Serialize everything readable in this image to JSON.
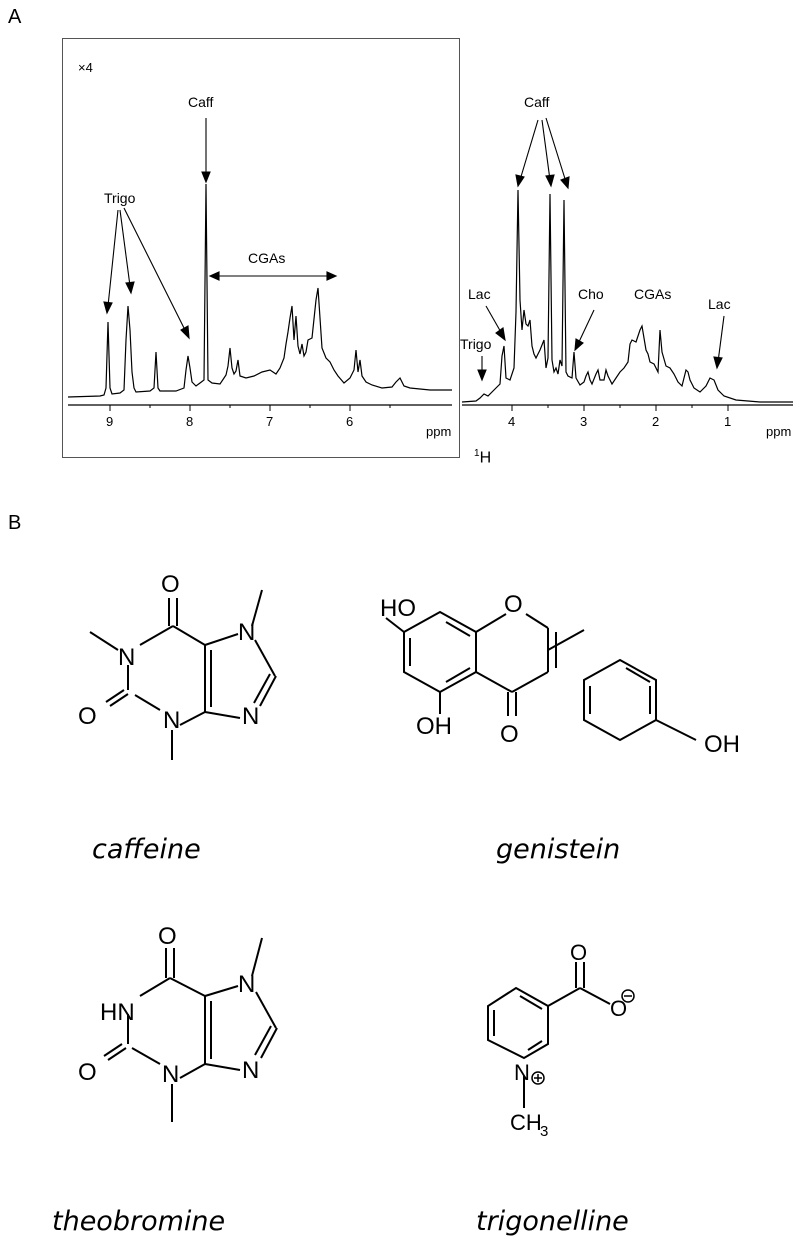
{
  "panel_a": {
    "label": "A",
    "inset_scale": "×4",
    "left_axis": {
      "ticks": [
        "9",
        "8",
        "7",
        "6"
      ],
      "unit": "ppm"
    },
    "right_axis": {
      "ticks": [
        "4",
        "3",
        "2",
        "1"
      ],
      "unit": "ppm"
    },
    "nucleus": "1H",
    "annotations_left": [
      "Caff",
      "Trigo",
      "CGAs"
    ],
    "annotations_right": [
      "Caff",
      "Lac",
      "Trigo",
      "Cho",
      "CGAs",
      "Lac"
    ]
  },
  "panel_b": {
    "label": "B",
    "molecules": [
      "caffeine",
      "genistein",
      "theobromine",
      "trigonelline"
    ]
  },
  "chart_data": {
    "type": "line",
    "xlabel": "ppm",
    "series": [
      {
        "x": [
          9.02,
          8.75,
          8.38,
          8.0,
          7.78,
          7.55,
          7.1,
          7.05,
          6.85,
          6.32,
          5.35
        ],
        "y": [
          0.5,
          0.55,
          0.15,
          0.3,
          1.0,
          0.3,
          0.5,
          0.45,
          0.6,
          0.25,
          0.08
        ]
      },
      {
        "x": [
          4.35,
          4.05,
          3.82,
          3.7,
          3.45,
          3.22,
          3.12,
          2.55,
          1.98,
          1.85,
          1.25,
          0.85
        ],
        "y": [
          0.1,
          0.32,
          1.0,
          0.45,
          0.98,
          0.95,
          0.25,
          0.12,
          0.42,
          0.45,
          0.12,
          0.07
        ]
      }
    ]
  }
}
